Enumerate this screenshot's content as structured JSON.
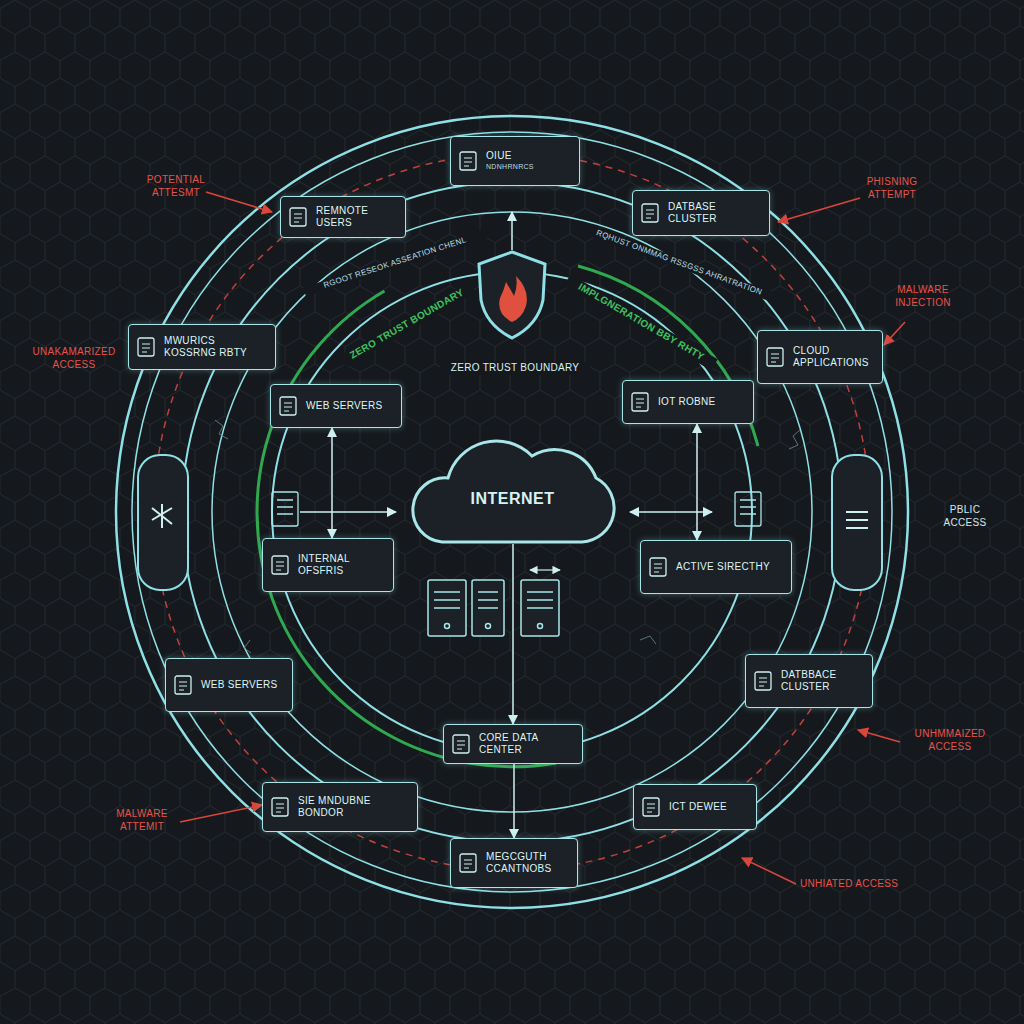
{
  "diagram": {
    "nodes": [
      {
        "text": [
          "OIUE",
          "NDNHRNRCS"
        ]
      },
      {
        "text": [
          "REMNOTE USERS"
        ]
      },
      {
        "text": [
          "DATBASE CLUSTER"
        ]
      },
      {
        "text": [
          "MWURICS KOSSRNG RBTY"
        ]
      },
      {
        "text": [
          "CLOUD APPLICATIONS"
        ]
      },
      {
        "text": [
          "WEB SERVERS"
        ]
      },
      {
        "text": [
          "IOT ROBNE"
        ]
      },
      {
        "text": [
          "INTERNAL OFSFRIS"
        ]
      },
      {
        "text": [
          "ACTIVE SIRECTHY"
        ]
      },
      {
        "text": [
          "INTERNET"
        ]
      },
      {
        "text": [
          "WEB SERVERS"
        ]
      },
      {
        "text": [
          "DATBBACE CLUSTER"
        ]
      },
      {
        "text": [
          "CORE DATA CENTER"
        ]
      },
      {
        "text": [
          "SIE MNDUBNE BONDOR"
        ]
      },
      {
        "text": [
          "ICT DEWEE"
        ]
      },
      {
        "text": [
          "MEGCGUTH CCANTNOBS"
        ]
      }
    ],
    "edges": [
      {
        "from": 5,
        "to": 7,
        "arrow": "both"
      },
      {
        "from": 6,
        "to": 8,
        "arrow": "both"
      },
      {
        "from": 9,
        "to": 12,
        "arrow": "to"
      },
      {
        "from": 12,
        "to": 15,
        "arrow": "to"
      }
    ],
    "labels": [
      "POTENTIAL ATTESMT",
      "PHISNING ATTEMPT",
      "MALWARE INJECTION",
      "UNAKAMARIZED ACCESS",
      "PBLIC ACCESS",
      "UNHMMAIZED ACCESS",
      "MALWARE ATTEMIT",
      "UNHIATED ACCESS",
      "ZERO TRUST BOUNDARY",
      "IMPLGNERATION BBY RHTY",
      "ZERO TRUST BOUNDARY",
      "RGOOT RESEOK ASSEATION CHENL",
      "RQHUST ONMMAG RSSGSS AHRATRATION"
    ]
  }
}
